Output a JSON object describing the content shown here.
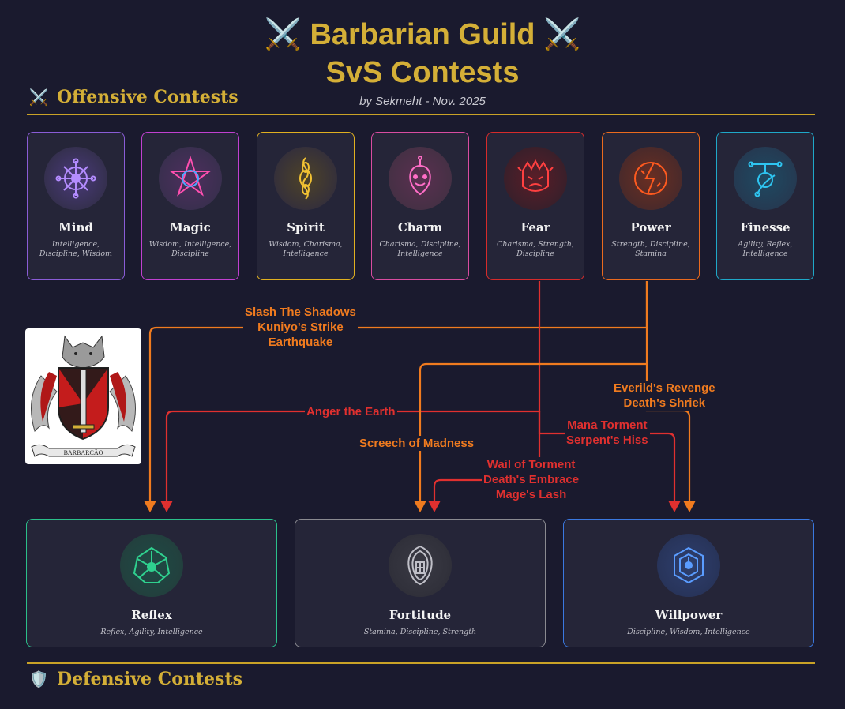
{
  "header": {
    "line1": "⚔️ Barbarian Guild ⚔️",
    "line2": "SvS Contests",
    "byline": "by Sekmeht -  Nov. 2025"
  },
  "sections": {
    "offensive": {
      "icon": "crossed-swords-icon",
      "glyph": "⚔️",
      "label": "Offensive Contests"
    },
    "defensive": {
      "icon": "shield-icon",
      "glyph": "🛡️",
      "label": "Defensive Contests"
    }
  },
  "offensive": [
    {
      "name": "Mind",
      "stats": "Intelligence, Discipline, Wisdom",
      "color": "#8a5cd6",
      "icon": "mind-icon"
    },
    {
      "name": "Magic",
      "stats": "Wisdom, Intelligence, Discipline",
      "color": "#c040d0",
      "icon": "pentagram-icon"
    },
    {
      "name": "Spirit",
      "stats": "Wisdom, Charisma, Intelligence",
      "color": "#e0b020",
      "icon": "spirit-icon"
    },
    {
      "name": "Charm",
      "stats": "Charisma, Discipline, Intelligence",
      "color": "#d84ca0",
      "icon": "charm-icon"
    },
    {
      "name": "Fear",
      "stats": "Charisma, Strength, Discipline",
      "color": "#d62b2b",
      "icon": "fear-icon"
    },
    {
      "name": "Power",
      "stats": "Strength, Discipline, Stamina",
      "color": "#ea6a1e",
      "icon": "power-icon"
    },
    {
      "name": "Finesse",
      "stats": "Agility, Reflex, Intelligence",
      "color": "#1fa8c8",
      "icon": "finesse-icon"
    }
  ],
  "defensive": [
    {
      "name": "Reflex",
      "stats": "Reflex, Agility, Intelligence",
      "color": "#2bbf8a",
      "icon": "reflex-icon"
    },
    {
      "name": "Fortitude",
      "stats": "Stamina, Discipline, Strength",
      "color": "#8a8a90",
      "icon": "fortitude-icon"
    },
    {
      "name": "Willpower",
      "stats": "Discipline, Wisdom, Intelligence",
      "color": "#3a78e0",
      "icon": "willpower-icon"
    }
  ],
  "edges": [
    {
      "lines": [
        "Slash The Shadows",
        "Kuniyo's Strike",
        "Earthquake"
      ],
      "from": "Power",
      "to": "Reflex",
      "color": "#f07b1f"
    },
    {
      "lines": [
        "Anger the Earth"
      ],
      "from": "Fear",
      "to": "Reflex",
      "color": "#e0302f"
    },
    {
      "lines": [
        "Screech of Madness"
      ],
      "from": "Power",
      "to": "Fortitude",
      "color": "#f07b1f"
    },
    {
      "lines": [
        "Wail of Torment",
        "Death's Embrace",
        "Mage's Lash"
      ],
      "from": "Fear",
      "to": "Fortitude",
      "color": "#e0302f"
    },
    {
      "lines": [
        "Mana Torment",
        "Serpent's Hiss"
      ],
      "from": "Fear",
      "to": "Willpower",
      "color": "#e0302f"
    },
    {
      "lines": [
        "Everild's Revenge",
        "Death's Shriek"
      ],
      "from": "Power",
      "to": "Willpower",
      "color": "#f07b1f"
    }
  ],
  "crest": {
    "motto": "BARBARCÃO"
  }
}
